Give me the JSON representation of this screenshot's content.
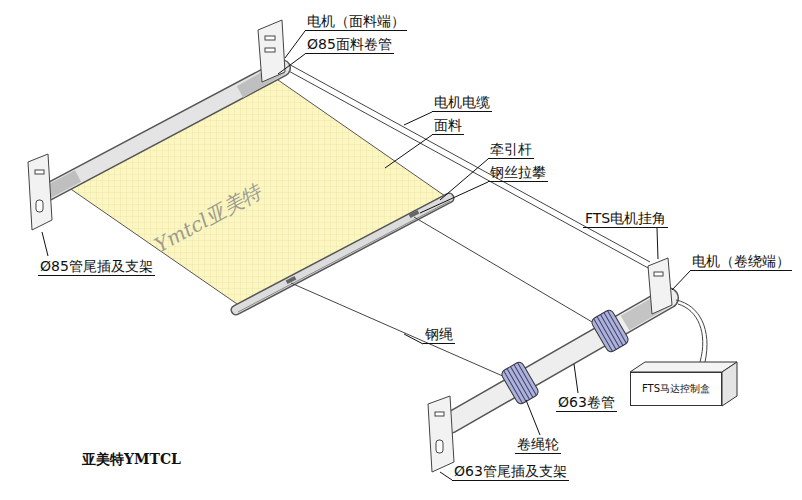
{
  "diagram": {
    "nodes": [
      {
        "text": [
          "FTS马达控制盒"
        ]
      }
    ],
    "labels": [
      "电机（面料端）",
      "Ø85面料卷管",
      "电机电缆",
      "面料",
      "牵引杆",
      "钢丝拉攀",
      "FTS电机挂角",
      "电机（卷绕端）",
      "Ø85管尾插及支架",
      "钢绳",
      "Ø63卷管",
      "卷绳轮",
      "Ø63管尾插及支架",
      "亚美特YMTCL",
      "Ymtcl亚美特"
    ]
  }
}
